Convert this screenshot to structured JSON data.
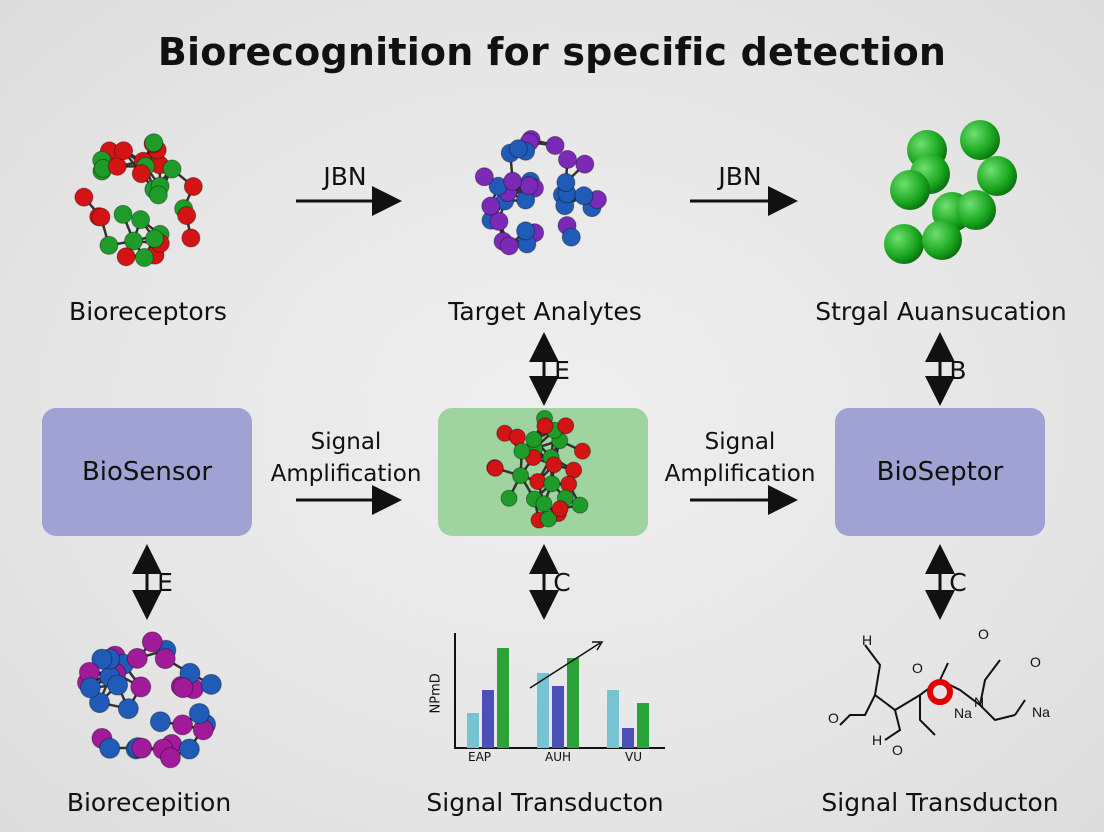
{
  "title": "Biorecognition for specific detection",
  "labels": {
    "bioreceptors": "Bioreceptors",
    "target_analytes": "Target Analytes",
    "top_right": "Strgal Auansucation",
    "bottom_left": "Biorecepition",
    "bottom_middle": "Signal Transducton",
    "bottom_right": "Signal Transducton"
  },
  "arrows": {
    "top_left": "JBN",
    "top_right": "JBN",
    "mid_left_line1": "Signal",
    "mid_left_line2": "Amplification",
    "mid_right_line1": "Signal",
    "mid_right_line2": "Amplification",
    "v_center_top": "E",
    "v_right_top": "B",
    "v_left_bottom": "E",
    "v_center_bottom": "C",
    "v_right_bottom": "C"
  },
  "boxes": {
    "left": "BioSensor",
    "right": "BioSeptor"
  },
  "chart_data": {
    "type": "bar",
    "ylabel": "NPmD",
    "categories": [
      "EAP",
      "AUH",
      "VU"
    ],
    "series": [
      {
        "values": [
          0.35,
          0.75,
          0.58
        ]
      },
      {
        "values": [
          0.58,
          0.62,
          0.2
        ]
      },
      {
        "values": [
          1.0,
          0.9,
          0.45
        ]
      }
    ],
    "trend": "increasing"
  },
  "chem_text": {
    "h1": "H",
    "h2": "H",
    "o1": "O",
    "o2": "O",
    "o3": "O",
    "o4": "O",
    "o5": "O",
    "na1": "Na",
    "na2": "Na",
    "n": "N"
  }
}
